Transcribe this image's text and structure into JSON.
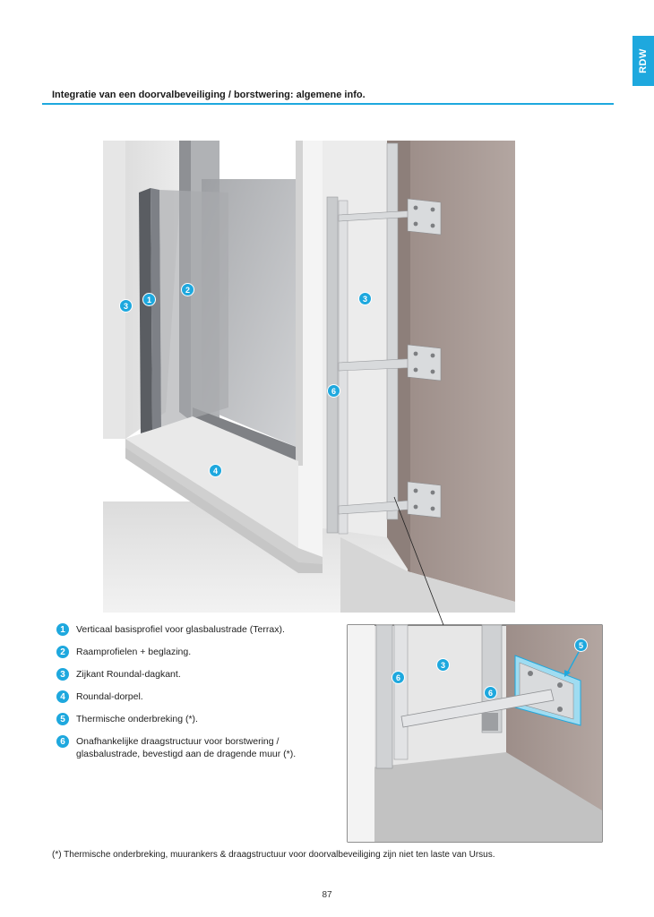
{
  "side_tab": {
    "label": "RDW"
  },
  "header": {
    "title": "Integratie van een doorvalbeveiliging / borstwering:  algemene info."
  },
  "callouts_main": [
    {
      "num": "1"
    },
    {
      "num": "2"
    },
    {
      "num": "3"
    },
    {
      "num": "3"
    },
    {
      "num": "6"
    },
    {
      "num": "4"
    }
  ],
  "callouts_detail": [
    {
      "num": "5"
    },
    {
      "num": "3"
    },
    {
      "num": "6"
    },
    {
      "num": "6"
    }
  ],
  "legend": [
    {
      "num": "1",
      "text": "Verticaal basisprofiel voor glasbalustrade (Terrax)."
    },
    {
      "num": "2",
      "text": "Raamprofielen + beglazing."
    },
    {
      "num": "3",
      "text": "Zijkant Roundal-dagkant."
    },
    {
      "num": "4",
      "text": "Roundal-dorpel."
    },
    {
      "num": "5",
      "text": "Thermische onderbreking (*)."
    },
    {
      "num": "6",
      "text": "Onafhankelijke draagstructuur voor borstwering / glasbalustrade, bevestigd aan de dragende muur (*)."
    }
  ],
  "footnote": "(*) Thermische onderbreking, muurankers & draagstructuur voor doorvalbeveiliging zijn niet ten laste van Ursus.",
  "page_number": "87",
  "colors": {
    "accent": "#1ea8de",
    "wall": "#a49590",
    "frame": "#f4f4f4",
    "metal": "#d4d6d8"
  }
}
